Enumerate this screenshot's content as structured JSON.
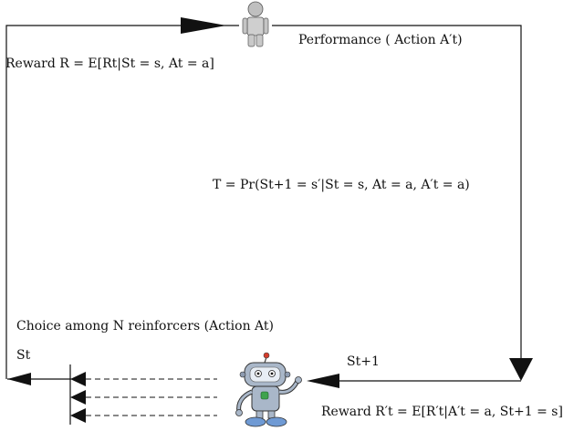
{
  "diagram": {
    "performance_label": "Performance ( Action A′t)",
    "reward_top_label": "Reward R = E[Rt|St = s, At = a]",
    "transition_label": "T = Pr(St+1 = s′|St = s, At = a, A′t = a)",
    "choice_label": "Choice among N reinforcers (Action At)",
    "st_label": "St",
    "st1_label": "St+1",
    "reward_bottom_label": "Reward R′t = E[R′t|A′t = a, St+1 = s]"
  },
  "icons": {
    "human": "human-figure-icon",
    "robot": "robot-icon"
  },
  "colors": {
    "line": "#111111",
    "robot_body": "#a9b7c9",
    "robot_face": "#e8eef5",
    "robot_feet": "#6f9ad4",
    "robot_chest": "#3fa34d",
    "robot_antenna": "#d43b2b"
  }
}
